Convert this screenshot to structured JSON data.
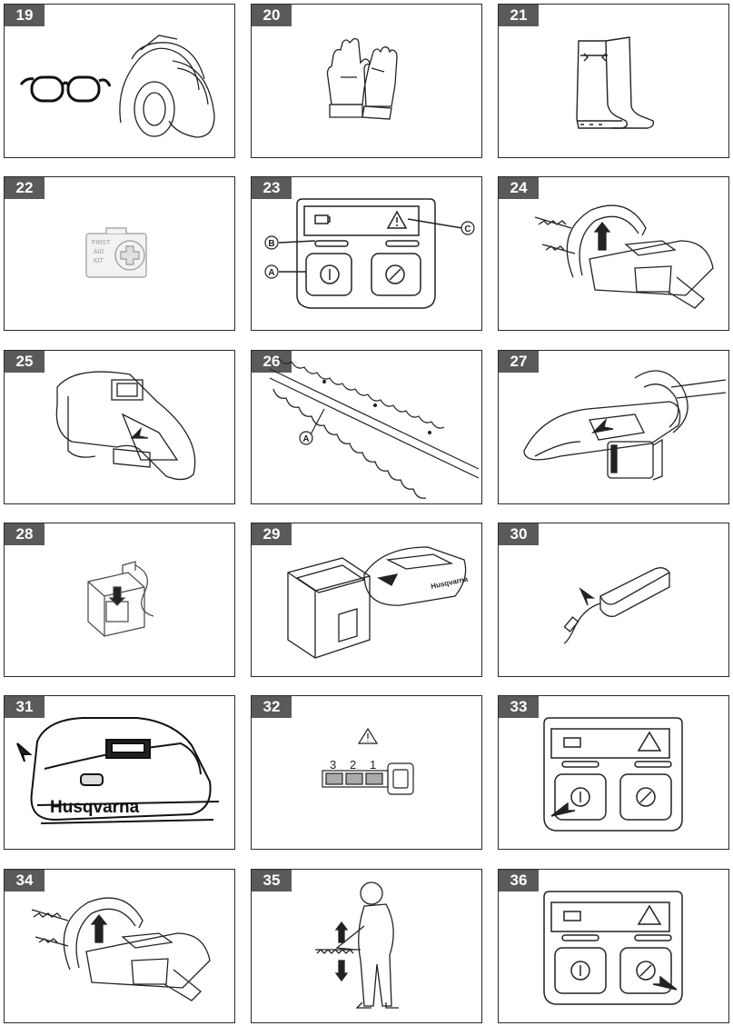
{
  "figures": [
    {
      "number": "19",
      "icon": "safety-glasses-and-ear-protection-helmet"
    },
    {
      "number": "20",
      "icon": "protective-gloves"
    },
    {
      "number": "21",
      "icon": "protective-boots"
    },
    {
      "number": "22",
      "icon": "first-aid-kit",
      "kit_text": [
        "FIRST",
        "AID",
        "KIT"
      ]
    },
    {
      "number": "23",
      "icon": "keypad-callouts",
      "callouts": [
        "A",
        "B",
        "C"
      ]
    },
    {
      "number": "24",
      "icon": "hedge-trimmer-front-handle"
    },
    {
      "number": "25",
      "icon": "rear-handle-trigger"
    },
    {
      "number": "26",
      "icon": "cutting-blade",
      "callouts": [
        "A"
      ]
    },
    {
      "number": "27",
      "icon": "battery-insert"
    },
    {
      "number": "28",
      "icon": "battery-on-charger"
    },
    {
      "number": "29",
      "icon": "battery-and-charger",
      "brand": "Husqvarna"
    },
    {
      "number": "30",
      "icon": "charger-power-supply"
    },
    {
      "number": "31",
      "icon": "charger-base",
      "brand": "Husqvarna"
    },
    {
      "number": "32",
      "icon": "battery-level-indicator",
      "levels": [
        "3",
        "2",
        "1"
      ]
    },
    {
      "number": "33",
      "icon": "keypad-power-button"
    },
    {
      "number": "34",
      "icon": "hedge-trimmer-front-handle"
    },
    {
      "number": "35",
      "icon": "operator-holding-trimmer"
    },
    {
      "number": "36",
      "icon": "keypad-savE-button"
    }
  ]
}
